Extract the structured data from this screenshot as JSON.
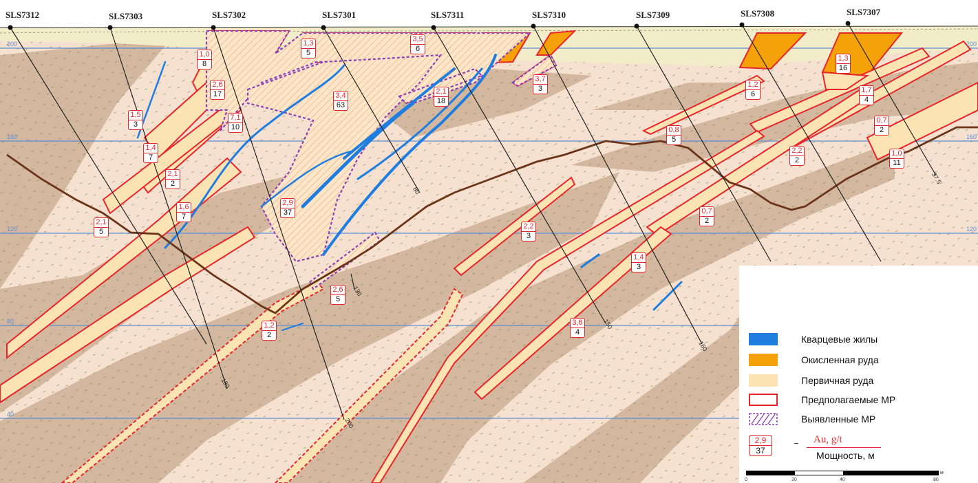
{
  "drillholes": [
    {
      "id": "SLS7312",
      "depth_end": ""
    },
    {
      "id": "SLS7303",
      "depth_end": "180"
    },
    {
      "id": "SLS7302",
      "depth_end": "200"
    },
    {
      "id": "SLS7301",
      "depth_end": "130"
    },
    {
      "id": "SLS7311",
      "depth_end": "80"
    },
    {
      "id": "SLS7310",
      "depth_end": "150"
    },
    {
      "id": "SLS7309",
      "depth_end": "160"
    },
    {
      "id": "SLS7308",
      "depth_end": ""
    },
    {
      "id": "SLS7307",
      "depth_end": "37.5"
    }
  ],
  "elevations": [
    "200",
    "160",
    "120",
    "80",
    "40"
  ],
  "intercepts": [
    {
      "grade": "1,0",
      "thickness": "8"
    },
    {
      "grade": "1,3",
      "thickness": "5"
    },
    {
      "grade": "3,5",
      "thickness": "6"
    },
    {
      "grade": "2,6",
      "thickness": "17"
    },
    {
      "grade": "3,4",
      "thickness": "63"
    },
    {
      "grade": "2,1",
      "thickness": "18"
    },
    {
      "grade": "3,7",
      "thickness": "3"
    },
    {
      "grade": "1,5",
      "thickness": "3"
    },
    {
      "grade": "7,1",
      "thickness": "10"
    },
    {
      "grade": "1,4",
      "thickness": "7"
    },
    {
      "grade": "2,1",
      "thickness": "2"
    },
    {
      "grade": "1,6",
      "thickness": "7"
    },
    {
      "grade": "2,9",
      "thickness": "37"
    },
    {
      "grade": "2,1",
      "thickness": "5"
    },
    {
      "grade": "2,6",
      "thickness": "5"
    },
    {
      "grade": "1,2",
      "thickness": "2"
    },
    {
      "grade": "2,2",
      "thickness": "3"
    },
    {
      "grade": "3,6",
      "thickness": "4"
    },
    {
      "grade": "1,4",
      "thickness": "3"
    },
    {
      "grade": "0,8",
      "thickness": "5"
    },
    {
      "grade": "1,2",
      "thickness": "6"
    },
    {
      "grade": "0,7",
      "thickness": "2"
    },
    {
      "grade": "2,2",
      "thickness": "2"
    },
    {
      "grade": "1,3",
      "thickness": "16"
    },
    {
      "grade": "1,7",
      "thickness": "4"
    },
    {
      "grade": "0,7",
      "thickness": "2"
    },
    {
      "grade": "1,0",
      "thickness": "11"
    }
  ],
  "legend": {
    "items": [
      {
        "label": "Кварцевые жилы",
        "color": "#1f7de0"
      },
      {
        "label": "Окисленная руда",
        "color": "#f5a20a"
      },
      {
        "label": "Первичная руда",
        "color": "#fbe3b4"
      },
      {
        "label": "Предполагаемые МР",
        "color": "#e8262a"
      },
      {
        "label": "Выявленные МР",
        "color": "#8b3fb8"
      }
    ],
    "key_grade": "2,9",
    "key_thickness": "37",
    "grade_label": "Au, g/t",
    "thickness_label": "Мощность, м"
  },
  "scale": {
    "ticks": [
      "0",
      "20",
      "40",
      "80"
    ],
    "unit": "м"
  },
  "colors": {
    "host_dark": "#d3b79e",
    "host_light": "#f6e1d1",
    "cover": "#f3ecc8",
    "weathering_line": "#6b3418",
    "elevation_line": "#5b8fd6"
  }
}
